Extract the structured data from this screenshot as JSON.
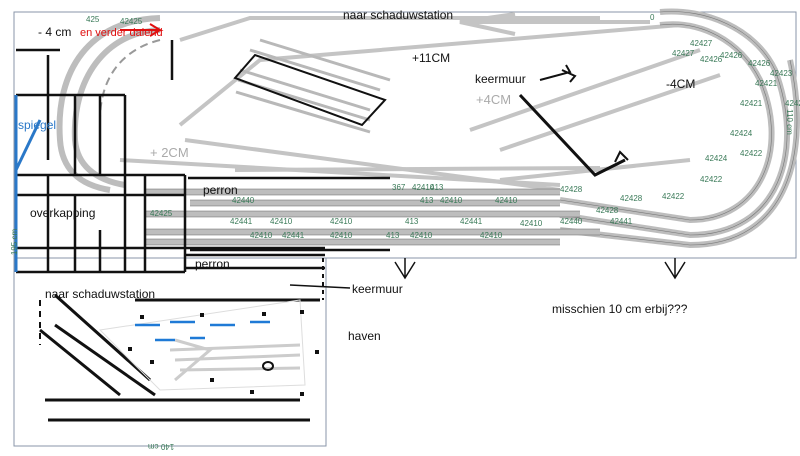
{
  "labels": {
    "minus4_left": "- 4 cm",
    "en_verder_dalend": "en verder dalend",
    "naar_schaduwstation_top": "naar schaduwstation",
    "plus11": "+11CM",
    "keermuur_top": "keermuur",
    "plus4": "+4CM",
    "minus4_right": "-4CM",
    "spiegel": "spiegel",
    "plus2": "+ 2CM",
    "perron_top": "perron",
    "overkapping": "overkapping",
    "perron_bottom": "perron",
    "naar_schaduwstation_bottom": "naar schaduwstation",
    "keermuur_bottom": "keermuur",
    "haven": "haven",
    "misschien": "misschien 10 cm erbij???",
    "dim_195": "195 cm",
    "dim_110": "110 cm",
    "dim_140": "140 cm",
    "small_0": "0",
    "small_425": "425"
  },
  "track_codes": [
    "42410",
    "42410",
    "42410",
    "42410",
    "42410",
    "42410",
    "42410",
    "42410",
    "42410",
    "42410",
    "42440",
    "42441",
    "42441",
    "42440",
    "42441",
    "42441",
    "413",
    "413",
    "413",
    "413",
    "367",
    "42428",
    "42428",
    "42428",
    "42422",
    "42422",
    "42422",
    "42424",
    "42424",
    "42421",
    "42421",
    "42426",
    "42426",
    "42426",
    "42423",
    "42423",
    "42427",
    "42427",
    "42425",
    "42425"
  ],
  "colors": {
    "track_gray": "#bdbdbd",
    "wall_black": "#111111",
    "label_green": "#3a7a58",
    "accent_red": "#e01010",
    "mirror_blue": "#2a78c8",
    "water_blue": "#1f7ad6"
  }
}
